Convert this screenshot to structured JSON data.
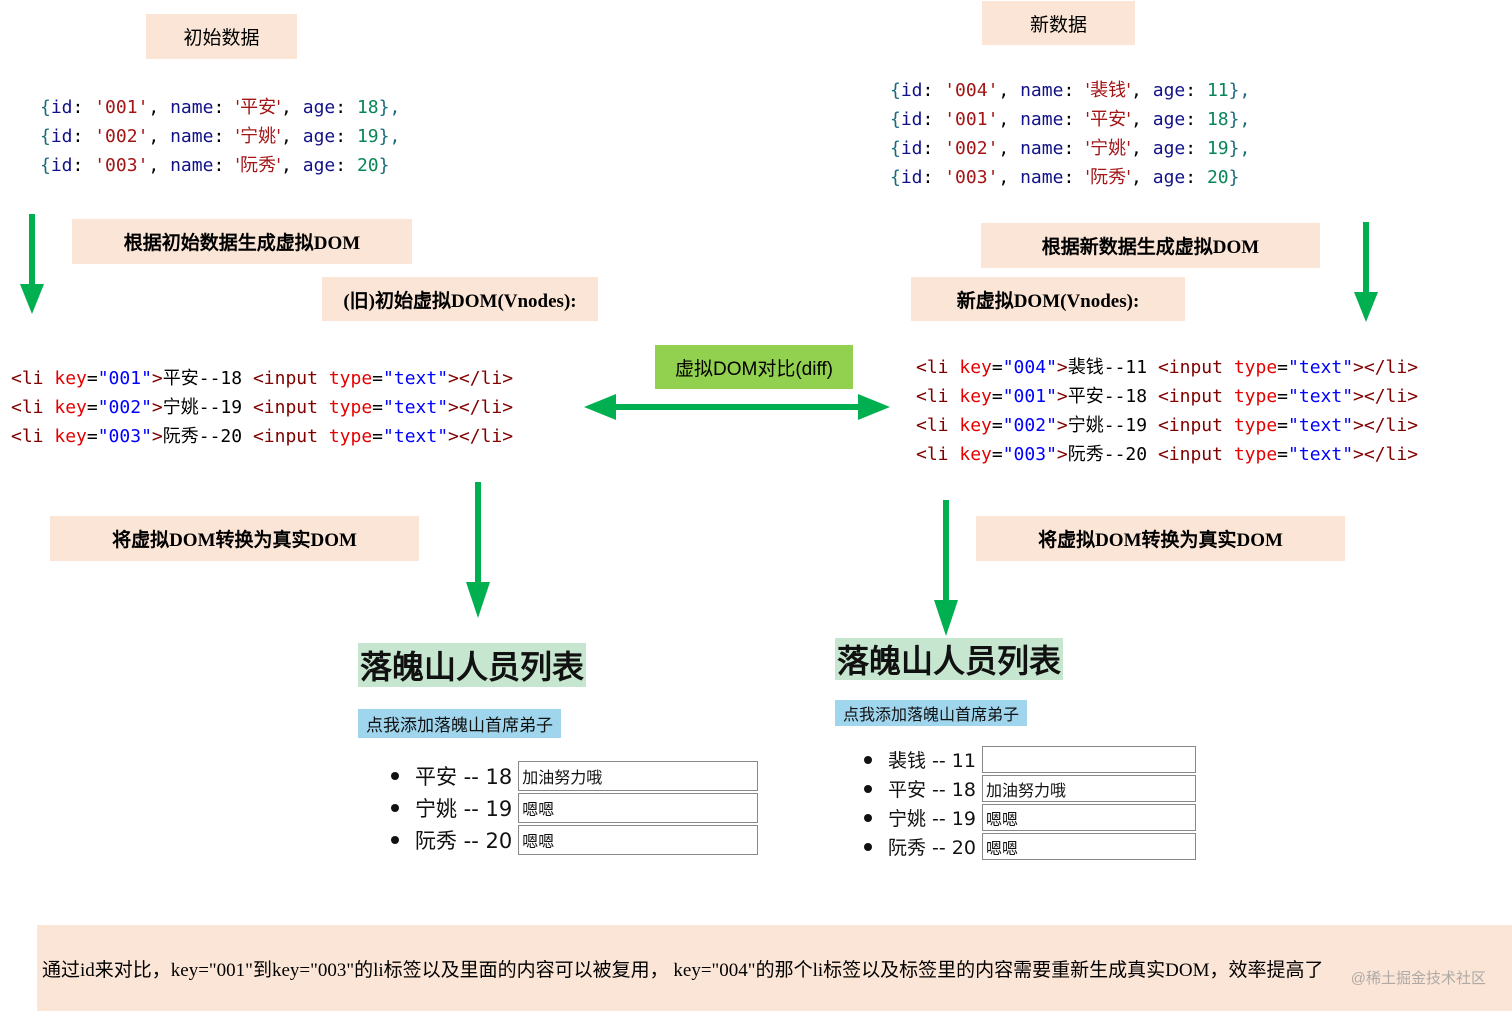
{
  "labels": {
    "initial_data": "初始数据",
    "new_data": "新数据",
    "gen_initial_vdom": "根据初始数据生成虚拟DOM",
    "gen_new_vdom": "根据新数据生成虚拟DOM",
    "old_vnodes": "(旧)初始虚拟DOM(Vnodes):",
    "new_vnodes": "新虚拟DOM(Vnodes):",
    "diff": "虚拟DOM对比(diff)",
    "to_real_dom_left": "将虚拟DOM转换为真实DOM",
    "to_real_dom_right": "将虚拟DOM转换为真实DOM"
  },
  "initial_data": [
    {
      "id": "'001'",
      "name": "'平安'",
      "age": "18",
      "tail": "},"
    },
    {
      "id": "'002'",
      "name": "'宁姚'",
      "age": "19",
      "tail": "},"
    },
    {
      "id": "'003'",
      "name": "'阮秀'",
      "age": "20",
      "tail": "}"
    }
  ],
  "new_data": [
    {
      "id": "'004'",
      "name": "'裴钱'",
      "age": "11",
      "tail": "},"
    },
    {
      "id": "'001'",
      "name": "'平安'",
      "age": "18",
      "tail": "},"
    },
    {
      "id": "'002'",
      "name": "'宁姚'",
      "age": "19",
      "tail": "},"
    },
    {
      "id": "'003'",
      "name": "'阮秀'",
      "age": "20",
      "tail": "}"
    }
  ],
  "old_vnodes": [
    {
      "key": "\"001\"",
      "text": "平安",
      "suffix": "--18"
    },
    {
      "key": "\"002\"",
      "text": "宁姚",
      "suffix": "--19"
    },
    {
      "key": "\"003\"",
      "text": "阮秀",
      "suffix": "--20"
    }
  ],
  "new_vnodes": [
    {
      "key": "\"004\"",
      "text": "裴钱",
      "suffix": "--11"
    },
    {
      "key": "\"001\"",
      "text": "平安",
      "suffix": "--18"
    },
    {
      "key": "\"002\"",
      "text": "宁姚",
      "suffix": "--19"
    },
    {
      "key": "\"003\"",
      "text": "阮秀",
      "suffix": "--20"
    }
  ],
  "code_tokens": {
    "brace_open": "{",
    "id_key": "id",
    "name_key": "name",
    "age_key": "age",
    "colon": ": ",
    "comma": ", ",
    "li_open": "<li",
    "key_attr": "key",
    "eq": "=",
    "gt": ">",
    "input_open": "<input",
    "type_attr": "type",
    "type_val": "\"text\"",
    "close": "></li>"
  },
  "rendered_left": {
    "title": "落魄山人员列表",
    "button": "点我添加落魄山首席弟子",
    "items": [
      {
        "label": "平安 -- 18",
        "input": "加油努力哦"
      },
      {
        "label": "宁姚 -- 19",
        "input": "嗯嗯"
      },
      {
        "label": "阮秀 -- 20",
        "input": "嗯嗯"
      }
    ]
  },
  "rendered_right": {
    "title": "落魄山人员列表",
    "button": "点我添加落魄山首席弟子",
    "items": [
      {
        "label": "裴钱 -- 11",
        "input": ""
      },
      {
        "label": "平安 -- 18",
        "input": "加油努力哦"
      },
      {
        "label": "宁姚 -- 19",
        "input": "嗯嗯"
      },
      {
        "label": "阮秀 -- 20",
        "input": "嗯嗯"
      }
    ]
  },
  "footer": {
    "text": "通过id来对比，key=\"001\"到key=\"003\"的li标签以及里面的内容可以被复用，   key=\"004\"的那个li标签以及标签里的内容需要重新生成真实DOM，效率提高了",
    "watermark": "@稀土掘金技术社区"
  },
  "colors": {
    "label_bg": "#fbe5d6",
    "diff_bg": "#92d050",
    "arrow": "#00b050",
    "title_bg": "#c6e6cf",
    "button_bg": "#9fd6ee"
  },
  "icons": [
    "arrow-down-icon",
    "double-arrow-icon"
  ]
}
